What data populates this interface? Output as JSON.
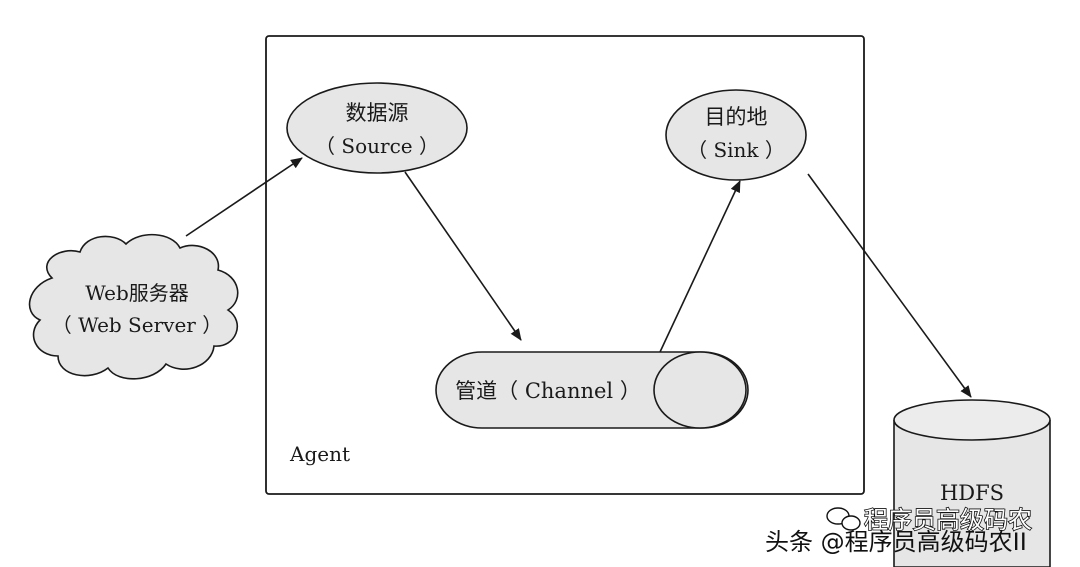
{
  "diagram": {
    "container": {
      "label": "Agent"
    },
    "nodes": {
      "web_server": {
        "line1": "Web服务器",
        "line2": "（ Web Server ）"
      },
      "source": {
        "line1": "数据源",
        "line2": "（ Source ）"
      },
      "channel": {
        "label": "管道（ Channel ）"
      },
      "sink": {
        "line1": "目的地",
        "line2": "（ Sink ）"
      },
      "hdfs": {
        "label": "HDFS"
      }
    },
    "edges": [
      {
        "from": "web_server",
        "to": "source"
      },
      {
        "from": "source",
        "to": "channel"
      },
      {
        "from": "channel",
        "to": "sink"
      },
      {
        "from": "sink",
        "to": "hdfs"
      }
    ]
  },
  "watermark": {
    "outline_text": "程序员高级码农",
    "solid_text": "头条 @程序员高级码农II"
  },
  "colors": {
    "stroke": "#1a1a1a",
    "node_fill": "#e6e6e6",
    "background": "#ffffff"
  }
}
